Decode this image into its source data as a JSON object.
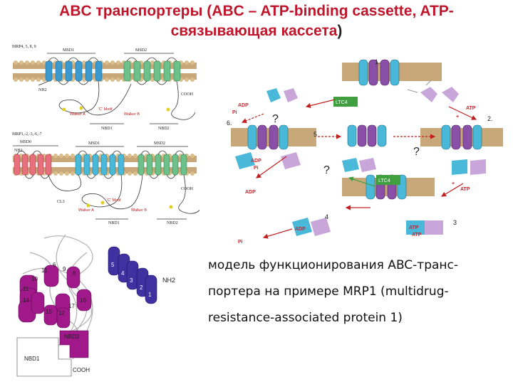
{
  "title": {
    "line1": "ABC транспортеры (ABC – ATP-binding cassette, ATP-",
    "line2": "связывающая кассета",
    "line2_close": ")"
  },
  "caption": {
    "line1": "модель функционирования ABC-транс-",
    "line2": "портера на примере MRP1 (multidrug-",
    "line3": "resistance-associated protein 1)"
  },
  "top_diagram": {
    "family_label": "MRP4, 5, 8, 9",
    "msd1": "MSD1",
    "msd2": "MSD2",
    "n_term": "NH2",
    "c_term": "COOH",
    "walker_a": "Walker A",
    "c_motif": "'C' Motif",
    "walker_b": "Walker B",
    "nbd1": "NBD1",
    "nbd2": "NBD2"
  },
  "bottom_diagram": {
    "family_label": "MRP1,-2,-3,-6,-7",
    "msd0": "MSD0",
    "msd1": "MSD1",
    "msd2": "MSD2",
    "n_term": "NH2",
    "c_term": "COOH",
    "cl3": "CL3",
    "walker_a": "Walker A",
    "c_motif": "'C' Motif",
    "walker_b": "Walker B",
    "nbd1": "NBD1",
    "nbd2": "NBD2"
  },
  "structure": {
    "helix_numbers": [
      "11",
      "6",
      "9",
      "8",
      "10",
      "11",
      "14",
      "17",
      "16",
      "15",
      "12",
      "5",
      "4",
      "3",
      "2",
      "1"
    ],
    "nh2": "NH2",
    "nbd2": "NBD2",
    "nbd1": "NBD1",
    "cooh": "COOH"
  },
  "cycle": {
    "step1": "1.",
    "step2": "2.",
    "step3": "3",
    "step4": "4",
    "step5": "5",
    "step6": "6.",
    "ltc4": "LTC4",
    "adp": "ADP",
    "atp": "ATP",
    "pi": "Pi",
    "question": "?",
    "plus": "+"
  },
  "colors": {
    "title_red": "#c0152a",
    "membrane_tan": "#c8a878",
    "helix_blue": "#3a9ad0",
    "helix_green": "#6cc08a",
    "helix_pink": "#e8707c",
    "helix_cyan": "#4ab8d8",
    "helix_purple": "#8a50a8",
    "magenta": "#a0188a",
    "violet": "#4030a0",
    "ltc4_green": "#40a040"
  }
}
